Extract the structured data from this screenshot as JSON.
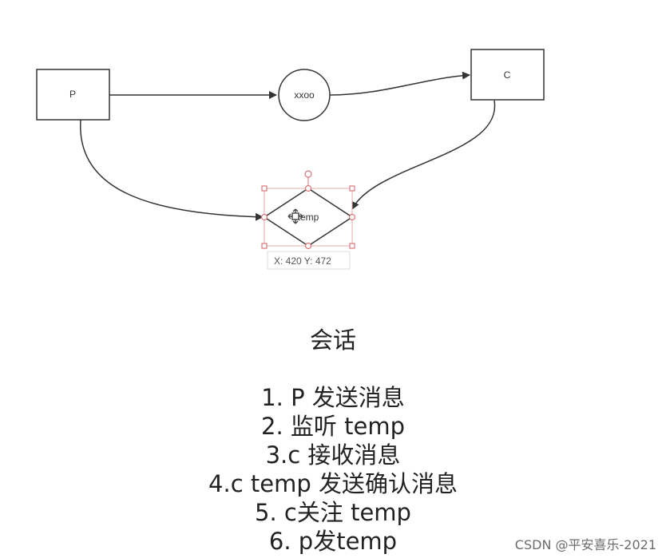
{
  "diagram": {
    "nodes": {
      "p": {
        "label": "P",
        "shape": "rectangle"
      },
      "xxoo": {
        "label": "xxoo",
        "shape": "circle"
      },
      "c": {
        "label": "C",
        "shape": "rectangle"
      },
      "temp": {
        "label": "temp",
        "shape": "diamond",
        "selected": true
      }
    },
    "edges": [
      {
        "from": "p",
        "to": "xxoo"
      },
      {
        "from": "xxoo",
        "to": "c"
      },
      {
        "from": "p",
        "to": "temp"
      },
      {
        "from": "c",
        "to": "temp"
      }
    ],
    "selection_coords": "X: 420  Y: 472",
    "colors": {
      "stroke": "#333333",
      "selection": "#d9777a"
    },
    "icons": [
      "move-cursor-icon"
    ]
  },
  "notes": {
    "title": "会话",
    "items": [
      "1. P 发送消息",
      "2. 监听 temp",
      "3.c 接收消息",
      "4.c temp 发送确认消息",
      "5. c关注 temp",
      "6. p发temp"
    ]
  },
  "watermark": "CSDN @平安喜乐-2021"
}
